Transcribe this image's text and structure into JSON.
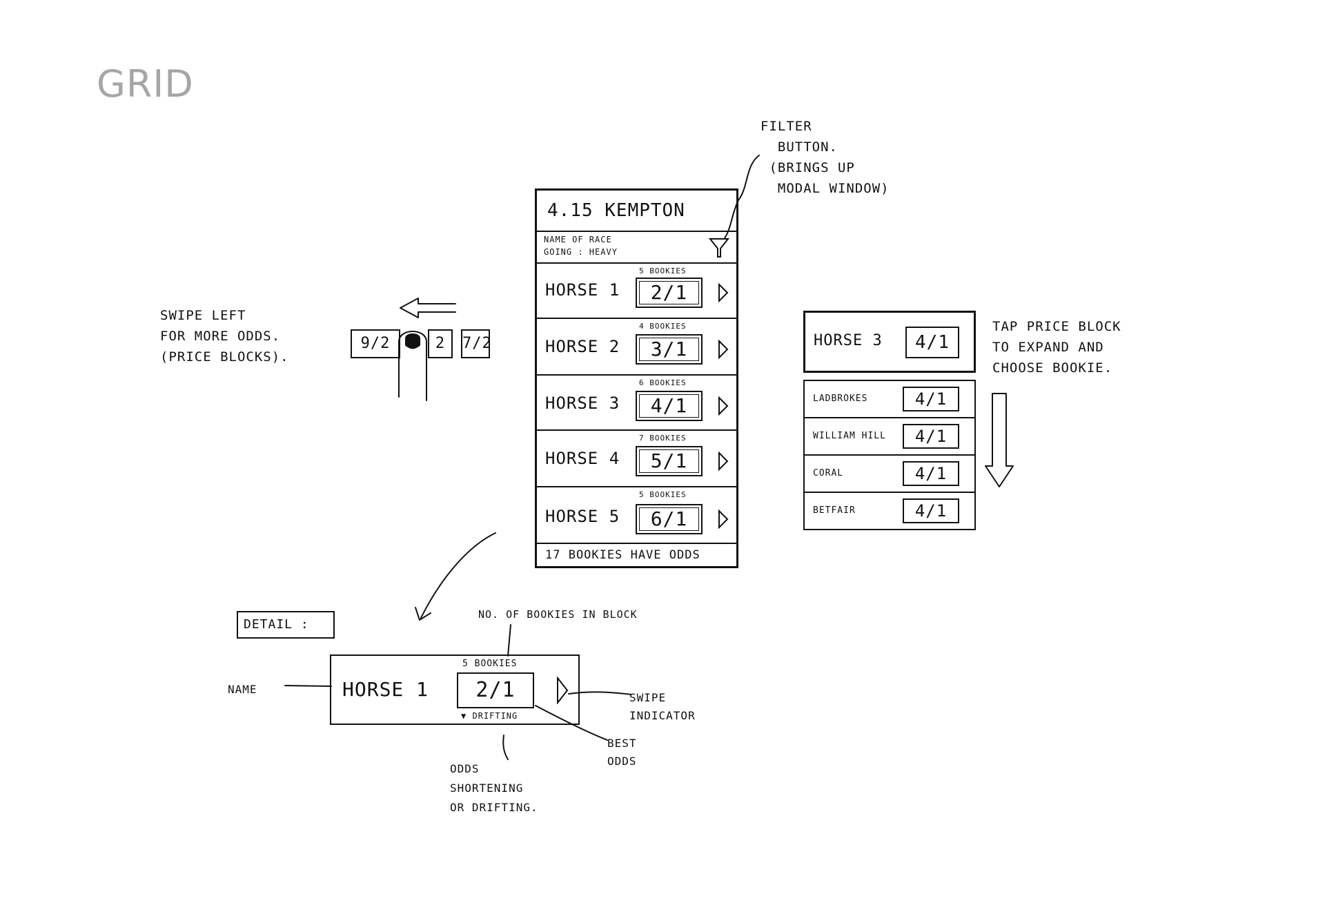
{
  "title": "GRID",
  "phone": {
    "race_title": "4.15 KEMPTON",
    "race_name": "NAME OF RACE",
    "going": "GOING : HEAVY",
    "rows": [
      {
        "horse": "HORSE 1",
        "bookies": "5 BOOKIES",
        "price": "2/1"
      },
      {
        "horse": "HORSE 2",
        "bookies": "4 BOOKIES",
        "price": "3/1"
      },
      {
        "horse": "HORSE 3",
        "bookies": "6 BOOKIES",
        "price": "4/1"
      },
      {
        "horse": "HORSE 4",
        "bookies": "7 BOOKIES",
        "price": "5/1"
      },
      {
        "horse": "HORSE 5",
        "bookies": "5 BOOKIES",
        "price": "6/1"
      }
    ],
    "footer": "17 BOOKIES HAVE ODDS"
  },
  "annotations": {
    "filter": "FILTER\n  BUTTON.\n (BRINGS UP\n  MODAL WINDOW)",
    "swipe": "SWIPE LEFT\nFOR MORE ODDS.\n(PRICE BLOCKS).",
    "tap": "TAP PRICE BLOCK\nTO EXPAND AND\nCHOOSE BOOKIE."
  },
  "swipe_blocks": [
    "9/2",
    "2",
    "7/2"
  ],
  "expanded": {
    "horse": "HORSE 3",
    "price": "4/1",
    "bookies": [
      {
        "name": "LADBROKES",
        "price": "4/1"
      },
      {
        "name": "WILLIAM HILL",
        "price": "4/1"
      },
      {
        "name": "CORAL",
        "price": "4/1"
      },
      {
        "name": "BETFAIR",
        "price": "4/1"
      }
    ]
  },
  "detail": {
    "label": "DETAIL :",
    "horse": "HORSE 1",
    "bookies": "5 BOOKIES",
    "price": "2/1",
    "movement": "▼ DRIFTING",
    "callouts": {
      "num_bookies": "NO. OF BOOKIES IN BLOCK",
      "name": "NAME",
      "swipe": "SWIPE\nINDICATOR",
      "best": "BEST\nODDS",
      "odds": "ODDS\nSHORTENING\nOR DRIFTING."
    }
  }
}
